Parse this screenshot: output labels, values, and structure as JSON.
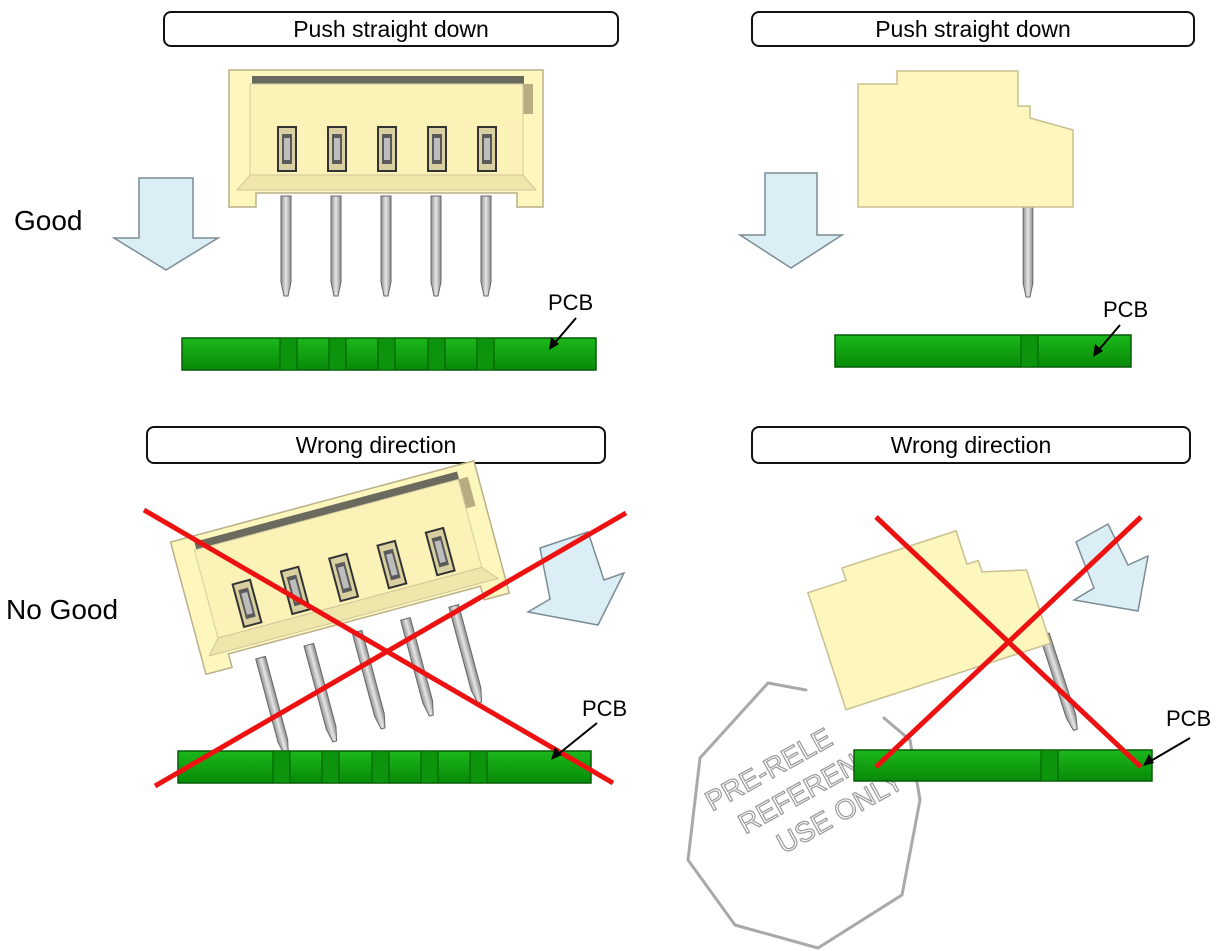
{
  "captions": {
    "top_left": "Push straight down",
    "top_right": "Push straight down",
    "bottom_left": "Wrong direction",
    "bottom_right": "Wrong direction"
  },
  "labels": {
    "good": "Good",
    "no_good": "No Good",
    "pcb": "PCB"
  },
  "stamp": {
    "line1": "PRE-RELE",
    "line2": "REFEREN",
    "line3": "USE ONLY"
  },
  "colors": {
    "connector": "#fdf6bd",
    "connector_edge": "#c8c090",
    "pcb": "#0aa10a",
    "pcb_edge": "#056605",
    "arrow_fill": "#dceef5",
    "cross": "#ee1111",
    "pin": "#b8b8b8"
  },
  "icons": [
    "down-arrow-icon",
    "red-cross-icon",
    "pointer-arrow-icon"
  ]
}
